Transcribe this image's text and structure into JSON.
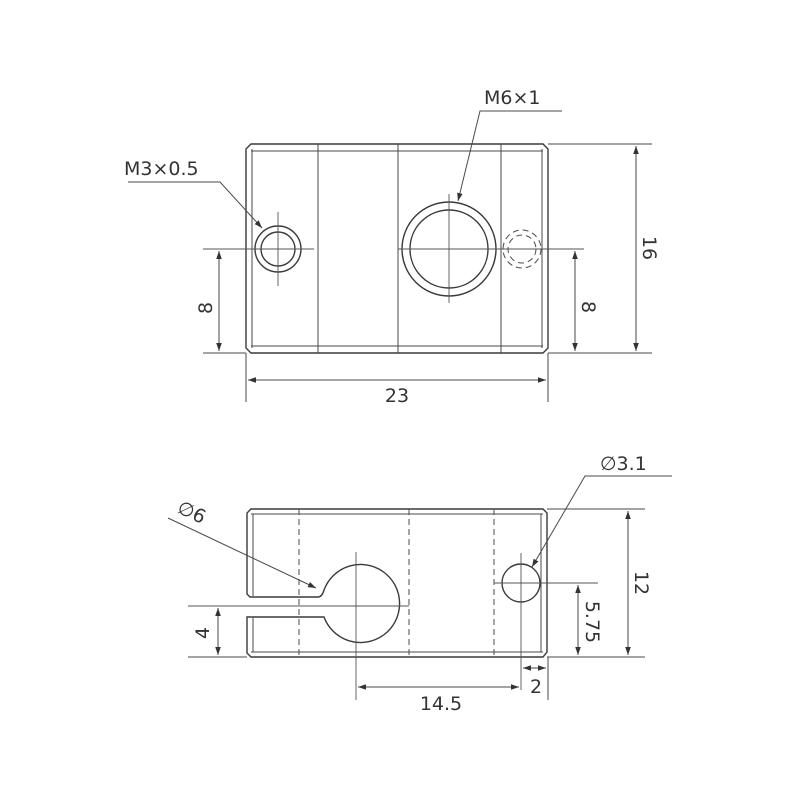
{
  "drawing": {
    "top_view": {
      "labels": {
        "thread_small": "M3×0.5",
        "thread_large": "M6×1",
        "height_left": "8",
        "height_right": "8",
        "total_height": "16",
        "width": "23"
      }
    },
    "front_view": {
      "labels": {
        "bore_diameter": "∅6",
        "hole_diameter": "∅3.1",
        "slot_width": "4",
        "hole_height": "5.75",
        "total_height": "12",
        "hole_offset": "14.5",
        "edge_offset": "2"
      }
    },
    "colors": {
      "line": "#3a3a3a",
      "background": "#ffffff"
    }
  }
}
